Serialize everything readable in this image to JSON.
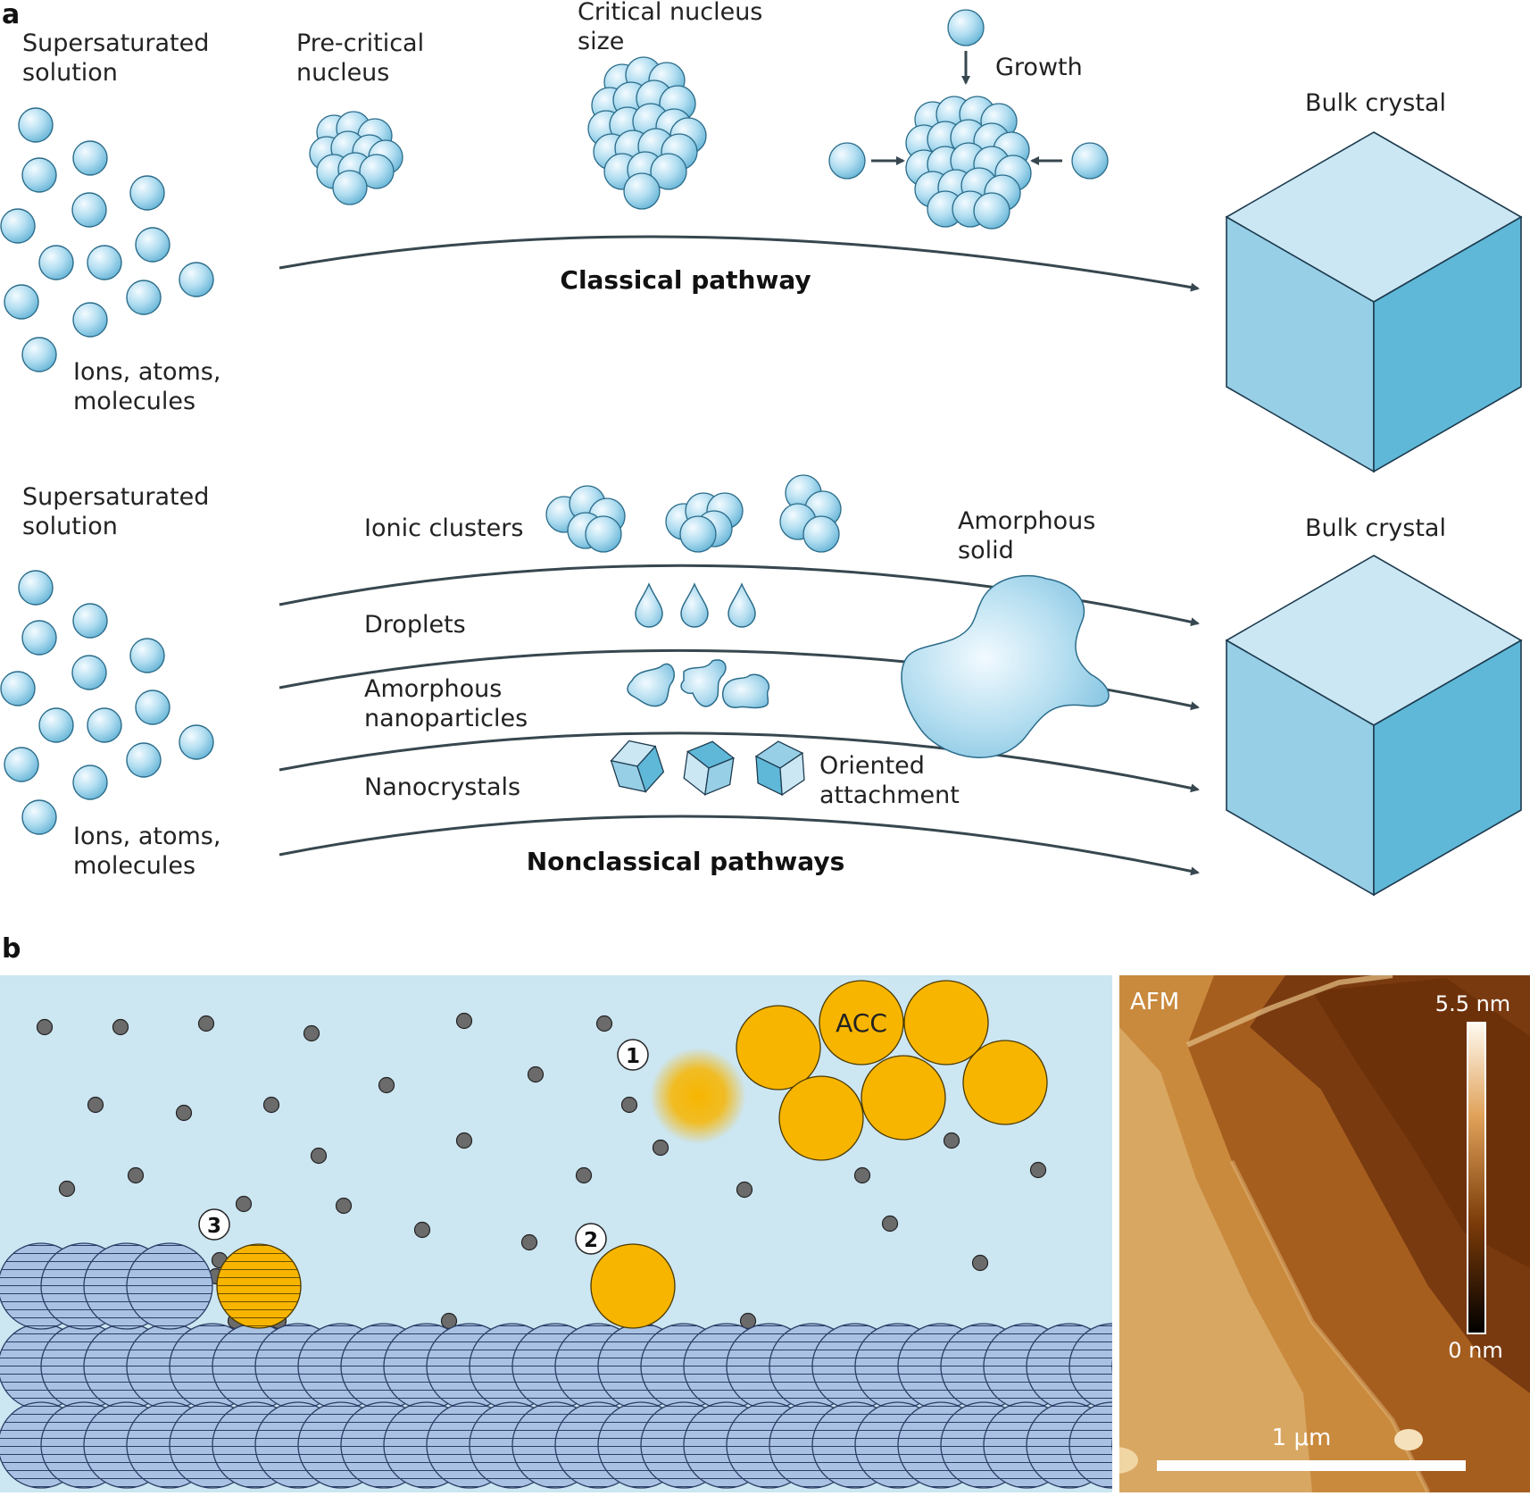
{
  "panel_a": {
    "label": "a",
    "classical": {
      "solution_label": [
        "Supersaturated",
        "solution"
      ],
      "species_label": [
        "Ions, atoms,",
        "molecules"
      ],
      "precritical_label": [
        "Pre-critical",
        "nucleus"
      ],
      "critical_label": [
        "Critical nucleus",
        "size"
      ],
      "growth_label": "Growth",
      "bulk_label": "Bulk crystal",
      "pathway_label": "Classical pathway"
    },
    "nonclassical": {
      "solution_label": [
        "Supersaturated",
        "solution"
      ],
      "species_label": [
        "Ions, atoms,",
        "molecules"
      ],
      "ionic_clusters_label": "Ionic clusters",
      "droplets_label": "Droplets",
      "amorphous_np_label": [
        "Amorphous",
        "nanoparticles"
      ],
      "nanocrystals_label": "Nanocrystals",
      "oriented_label": [
        "Oriented",
        "attachment"
      ],
      "amorphous_solid_label": [
        "Amorphous",
        "solid"
      ],
      "bulk_label": "Bulk crystal",
      "pathway_label": "Nonclassical pathways"
    }
  },
  "panel_b": {
    "label": "b",
    "acc_label": "ACC",
    "markers": [
      "1",
      "2",
      "3"
    ],
    "afm": {
      "title": "AFM",
      "scale_max": "5.5 nm",
      "scale_min": "0 nm",
      "scalebar_label": "1 μm"
    }
  },
  "colors": {
    "ion": "#a8d8ee",
    "cube_top": "#cbe7f3",
    "cube_left": "#97cfe6",
    "cube_right": "#5fb8d8",
    "acc": "#f7b500",
    "solution_bg": "#cce6f2",
    "crystal_layer": "#a9c2e3",
    "arrow": "#37474f"
  }
}
